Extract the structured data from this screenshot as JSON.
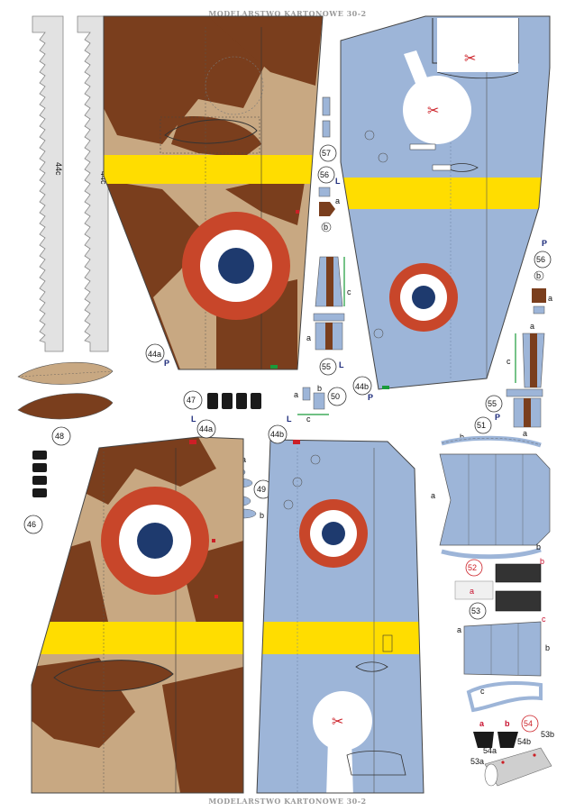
{
  "header": {
    "top": "MODELARSTWO KARTONOWE 30-2",
    "bottom": "MODELARSTWO KARTONOWE 30-2"
  },
  "colors": {
    "camo_tan": "#c8a882",
    "camo_brown": "#7a3e1d",
    "underside_blue": "#9db5d8",
    "yellow": "#ffdd00",
    "roundel_red": "#c8462a",
    "roundel_blue": "#1e3a6e",
    "grey_strip": "#e0e0e0",
    "red_marks": "#cc1f26",
    "green_marks": "#1a9b3a",
    "navy_text": "#1c2a7a"
  },
  "parts": {
    "p44c_left": "44c",
    "p44c_right": "44c",
    "p44a_top": "44a",
    "p44a_mid": "44a",
    "p44b_top": "44b",
    "p44b_mid": "44b",
    "p46": "46",
    "p47": "47",
    "p48": "48",
    "p49": "49",
    "p50": "50",
    "p51": "51",
    "p52": "52",
    "p53": "53",
    "p54": "54",
    "p55_left": "55",
    "p55_right": "55",
    "p56_left": "56",
    "p56_right": "56",
    "p57": "57"
  },
  "letters": {
    "L": "L",
    "P": "P",
    "a": "a",
    "b": "b",
    "c": "c",
    "p54a": "54a",
    "p54b": "54b",
    "p53a": "53a",
    "p53b": "53b"
  },
  "icons": [
    "scissors-icon",
    "scissors-icon",
    "scissors-icon",
    "scissors-icon",
    "scissors-icon"
  ]
}
